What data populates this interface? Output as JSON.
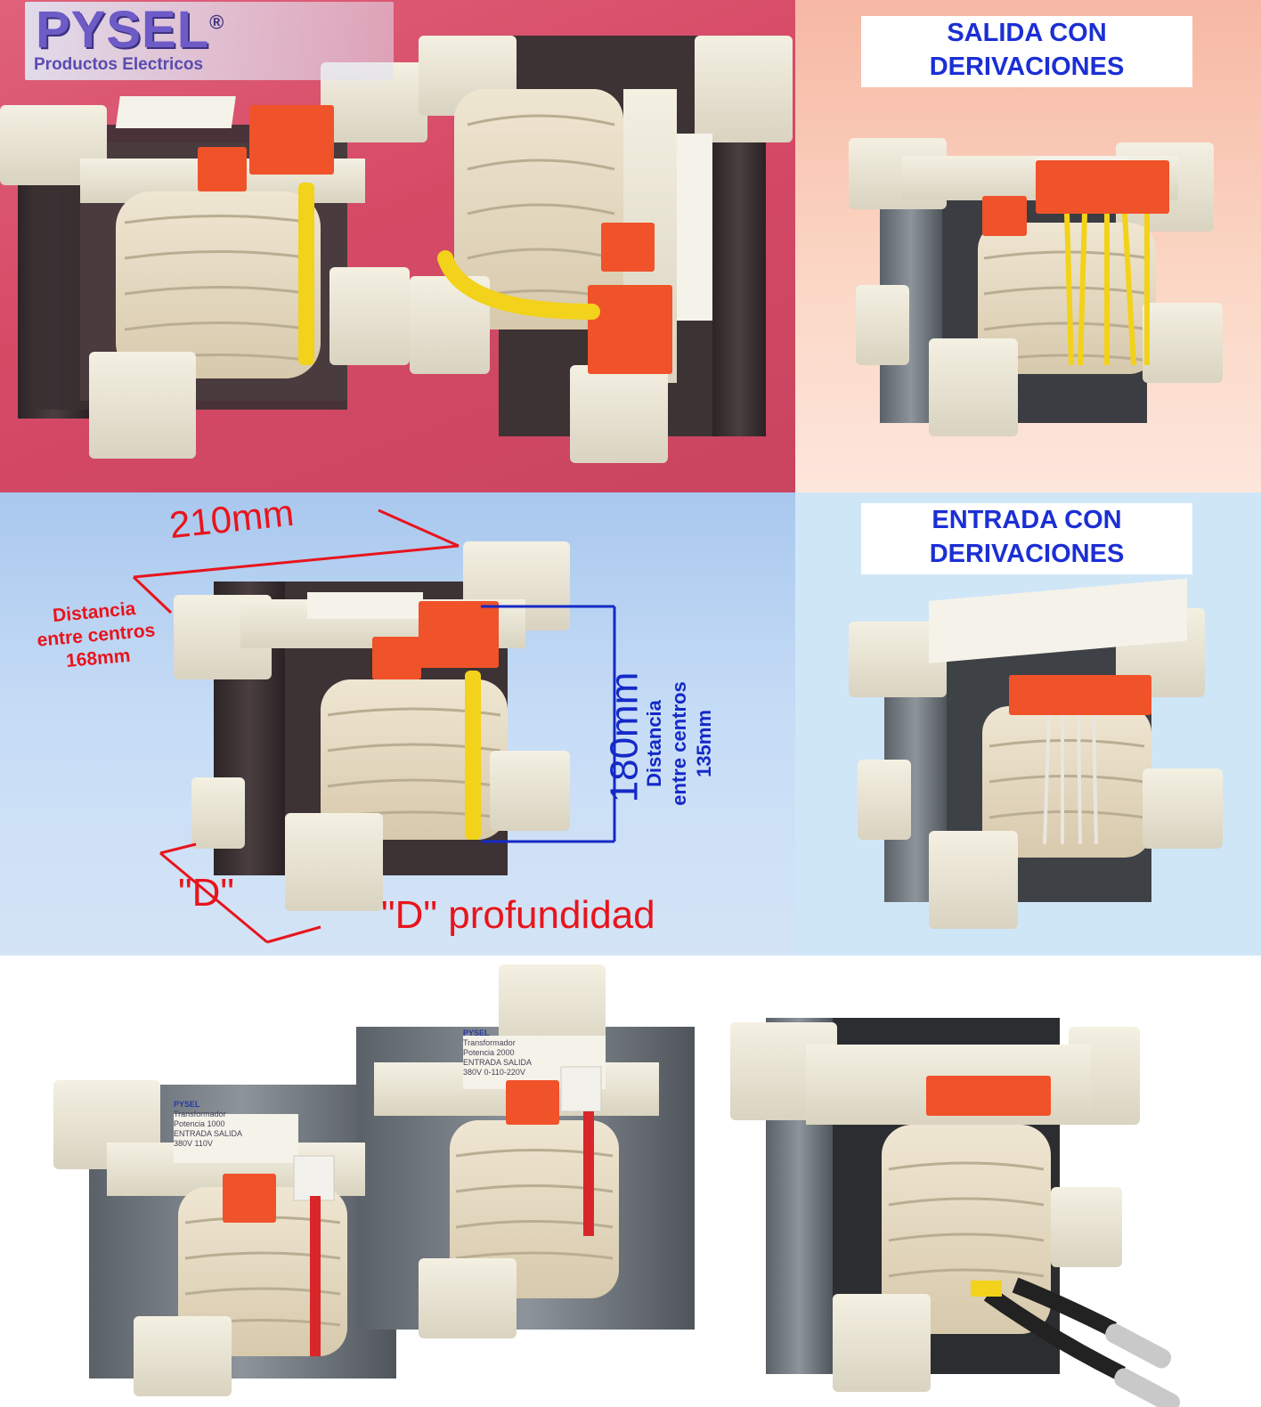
{
  "brand": {
    "name": "PYSEL",
    "registered": "®",
    "subtitle": "Productos Electricos",
    "label_text": "PYSEL"
  },
  "banners": {
    "output_taps": [
      "SALIDA CON",
      "DERIVACIONES"
    ],
    "input_taps": [
      "ENTRADA CON",
      "DERIVACIONES"
    ]
  },
  "dimensions": {
    "width": "210mm",
    "height": "180mm",
    "width_centers": [
      "Distancia",
      "entre centros",
      "168mm"
    ],
    "height_centers": [
      "Distancia",
      "entre centros",
      "135mm"
    ],
    "depth_marker": "\"D\"",
    "depth_caption": "\"D\" profundidad"
  },
  "nameplates": {
    "left": [
      "Transformador",
      "Potencia 1000",
      "ENTRADA  SALIDA",
      "380V    110V"
    ],
    "right": [
      "Transformador",
      "Potencia 2000",
      "ENTRADA  SALIDA",
      "380V   0-110-220V"
    ]
  },
  "colors": {
    "panel_pink": "#d64a66",
    "panel_peach": "#fbd6c4",
    "panel_blue": "#c7ddf6",
    "banner_text": "#1b2fd4",
    "annotation_red": "#e8141c",
    "annotation_blue": "#1529c7",
    "terminal_orange": "#f0522a",
    "lead_yellow": "#f2d21a",
    "lead_red": "#d8262a"
  }
}
